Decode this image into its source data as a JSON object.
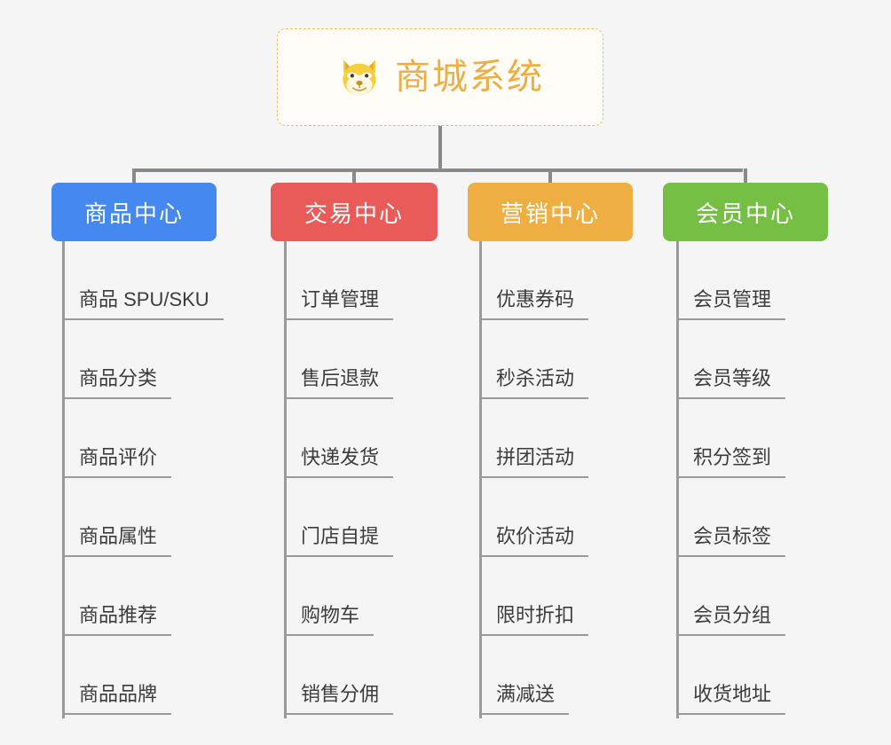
{
  "root": {
    "title": "商城系统",
    "icon": "shiba-dog-face-emoji",
    "border_color": "#edb95e",
    "text_color": "#eeae41"
  },
  "connector": {
    "color": "#8a8a8a"
  },
  "columns": [
    {
      "header": "商品中心",
      "color": "#4488f0",
      "items": [
        "商品 SPU/SKU",
        "商品分类",
        "商品评价",
        "商品属性",
        "商品推荐",
        "商品品牌"
      ]
    },
    {
      "header": "交易中心",
      "color": "#e95b58",
      "items": [
        "订单管理",
        "售后退款",
        "快递发货",
        "门店自提",
        "购物车",
        "销售分佣"
      ]
    },
    {
      "header": "营销中心",
      "color": "#eeae41",
      "items": [
        "优惠券码",
        "秒杀活动",
        "拼团活动",
        "砍价活动",
        "限时折扣",
        "满减送"
      ]
    },
    {
      "header": "会员中心",
      "color": "#74bf44",
      "items": [
        "会员管理",
        "会员等级",
        "积分签到",
        "会员标签",
        "会员分组",
        "收货地址"
      ]
    }
  ]
}
